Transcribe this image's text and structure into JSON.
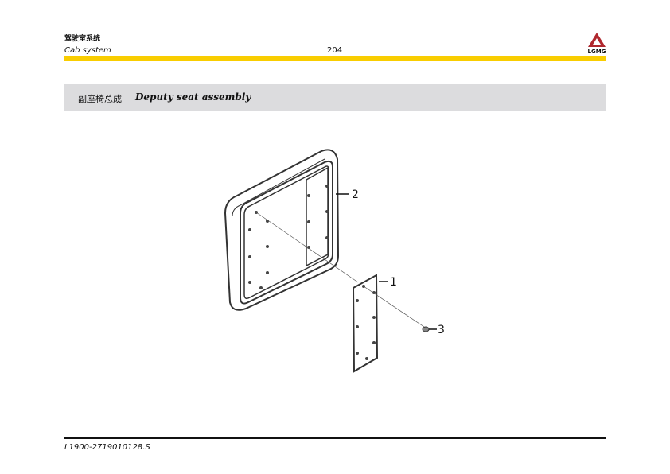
{
  "header": {
    "chapter_cn": "驾驶室系统",
    "chapter_en": "Cab system",
    "page_number": "204",
    "logo_text": "LGMG",
    "accent_color": "#f9cd00",
    "logo_color": "#b0282e"
  },
  "section": {
    "title_cn": "副座椅总成",
    "title_en": "Deputy seat assembly"
  },
  "diagram": {
    "callouts": [
      "1",
      "2",
      "3"
    ]
  },
  "footer": {
    "doc_code": "L1900-2719010128.S"
  }
}
